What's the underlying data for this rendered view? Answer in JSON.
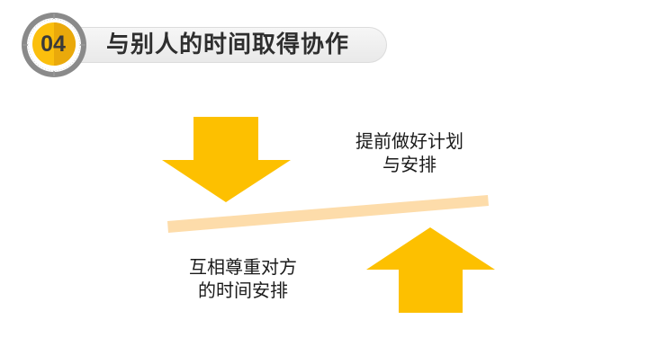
{
  "header": {
    "section_number": "04",
    "title": "与别人的时间取得协作"
  },
  "diagram": {
    "top_caption": {
      "line1": "提前做好计划",
      "line2": "与安排"
    },
    "bottom_caption": {
      "line1": "互相尊重对方",
      "line2": "的时间安排"
    },
    "icons": [
      "down-arrow-icon",
      "up-arrow-icon",
      "balance-bar"
    ]
  },
  "colors": {
    "arrow": "#FDC000",
    "bar": "#FDDCAA",
    "badge_yellow": "#FBBF0D",
    "badge_ring": "#8A8A8A",
    "title_text": "#2E2E2E"
  }
}
